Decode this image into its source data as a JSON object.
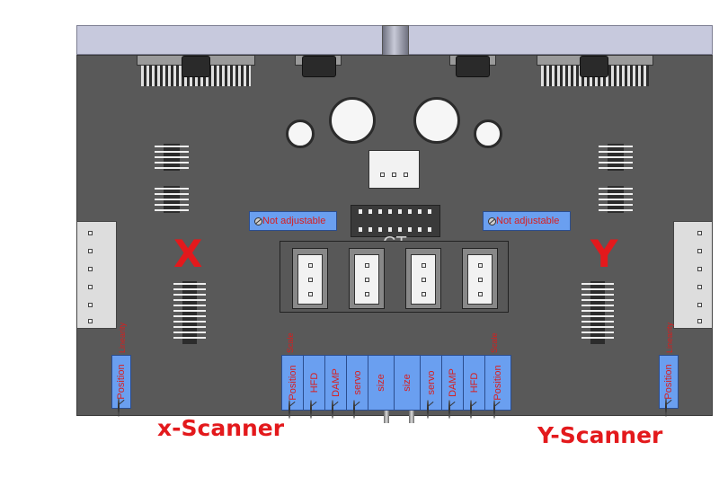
{
  "labels": {
    "not_adjustable_left": "Not adjustable",
    "not_adjustable_right": "Not adjustable",
    "ct_label": "CT",
    "axis_x": "X",
    "axis_y": "Y",
    "x_caption": "x-Scanner",
    "y_caption": "Y-Scanner"
  },
  "left_pot": {
    "label": "Position",
    "side_label": "Linearity"
  },
  "right_pot": {
    "label": "Position",
    "side_label": "Linearity"
  },
  "center_pots": {
    "labels": [
      "Position",
      "HFD",
      "DAMP",
      "servo",
      "size",
      "size",
      "servo",
      "DAMP",
      "HFD",
      "Position"
    ],
    "left_side_label": "Scale",
    "right_side_label": "Scale"
  },
  "colors": {
    "pot_blue": "#6a9ff0",
    "label_red": "#e3191c",
    "board": "#595959"
  }
}
